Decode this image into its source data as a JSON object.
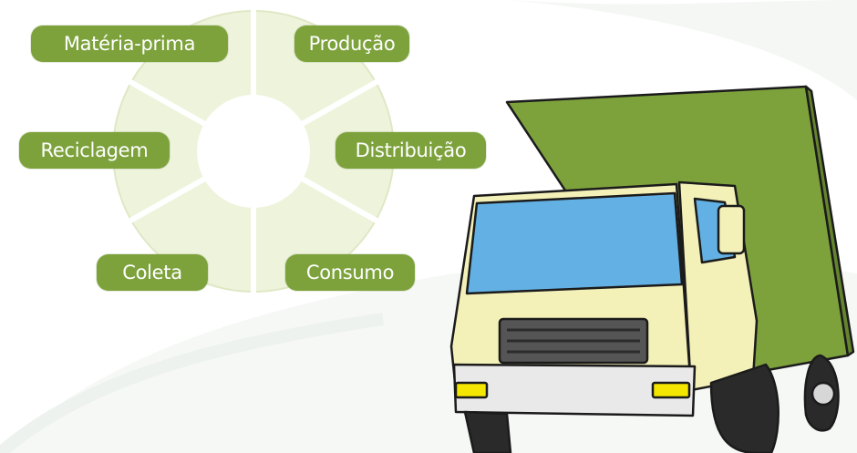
{
  "cycle": {
    "stages": [
      {
        "label": "Matéria-prima"
      },
      {
        "label": "Produção"
      },
      {
        "label": "Distribuição"
      },
      {
        "label": "Consumo"
      },
      {
        "label": "Coleta"
      },
      {
        "label": "Reciclagem"
      }
    ]
  },
  "colors": {
    "pill": "#7da23c",
    "ring": "#eef3dc",
    "truck_cargo": "#7da23c",
    "truck_cab": "#f3f0b8",
    "windshield": "#63b1e4",
    "headlight": "#f5e600"
  },
  "illustration": {
    "vehicle": "truck"
  }
}
